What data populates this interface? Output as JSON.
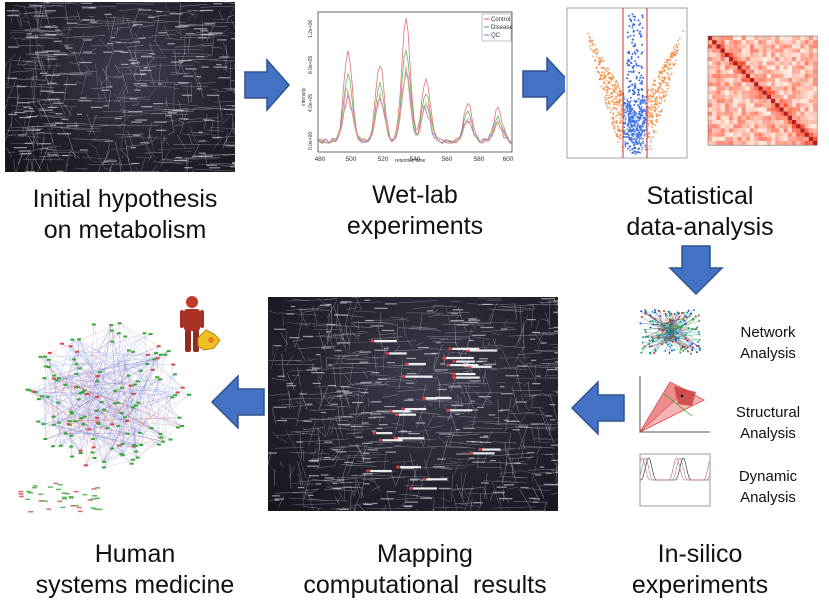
{
  "stages": {
    "hypothesis": [
      "Initial hypothesis",
      "on metabolism"
    ],
    "wetlab": [
      "Wet-lab",
      "experiments"
    ],
    "statistical": [
      "Statistical",
      "data-analysis"
    ],
    "insilico": [
      "In-silico",
      "experiments"
    ],
    "mapping": [
      "Mapping",
      "computational  results"
    ],
    "human": [
      "Human",
      "systems medicine"
    ]
  },
  "analyses": {
    "network": [
      "Network",
      "Analysis"
    ],
    "structural": [
      "Structural",
      "Analysis"
    ],
    "dynamic": [
      "Dynamic",
      "Analysis"
    ]
  },
  "wetlab_plot": {
    "legend": [
      "Control",
      "Disease",
      "QC"
    ],
    "x_ticks": [
      "480",
      "500",
      "520",
      "540",
      "560",
      "580",
      "600"
    ],
    "y_ticks": [
      "0.0e+00",
      "4.0e+05",
      "8.0e+05",
      "1.2e+06"
    ],
    "xlabel": "retention time",
    "ylabel": "intensity",
    "colors": {
      "control": "#e05a5a",
      "disease": "#4aa84a",
      "qc": "#6b6bd6"
    }
  },
  "colors": {
    "arrow_fill": "#4472c4",
    "arrow_stroke": "#2f528f",
    "volcano_blue": "#3a6ee0",
    "volcano_orange": "#f08a3c"
  }
}
